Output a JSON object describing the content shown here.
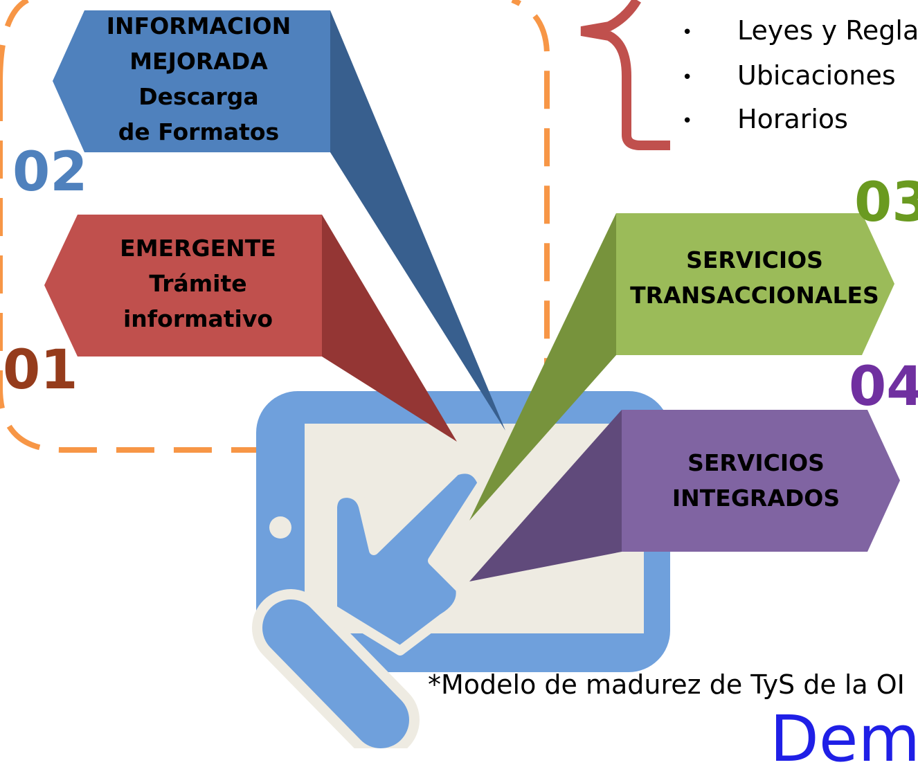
{
  "colors": {
    "stage1": "#c0504d",
    "stage2": "#4f81bd",
    "stage3": "#9bbb59",
    "stage4": "#8064a2",
    "stage1_number": "#953c1c",
    "stage2_number": "#4f81bd",
    "stage3_number": "#6a9a20",
    "stage4_number": "#7030a0",
    "tablet": "#6fa0dc",
    "screen": "#eeebe2",
    "dashed_outline": "#f79646",
    "brace": "#c0504d",
    "footer_big": "#1f1fe6"
  },
  "icons": [
    "tablet-touch-icon"
  ],
  "stages": {
    "s1": {
      "number": "01",
      "line1": "EMERGENTE",
      "line2": "Trámite",
      "line3": "informativo"
    },
    "s2": {
      "number": "02",
      "line1": "INFORMACION",
      "line2": "MEJORADA",
      "line3": "Descarga",
      "line4": "de Formatos"
    },
    "s3": {
      "number": "03",
      "line1": "SERVICIOS",
      "line2": "TRANSACCIONALES"
    },
    "s4": {
      "number": "04",
      "line1": "SERVICIOS",
      "line2": "INTEGRADOS"
    }
  },
  "bullets": [
    "Leyes y Regla",
    "Ubicaciones",
    "Horarios"
  ],
  "footer": {
    "note": "*Modelo de madurez de TyS de la OI",
    "big": "Demo"
  }
}
